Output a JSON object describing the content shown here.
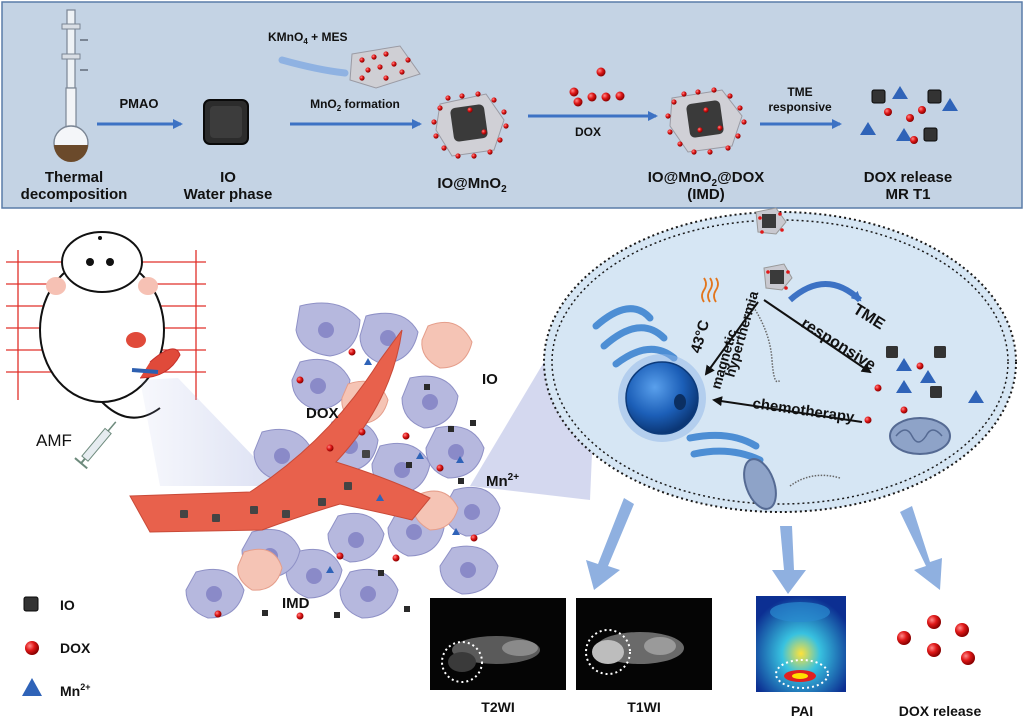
{
  "top_panel": {
    "step1": {
      "line1": "Thermal",
      "line2": "decomposition"
    },
    "arrow1": "PMAO",
    "step2": {
      "line1": "IO",
      "line2": "Water phase"
    },
    "reagent": "KMnO",
    "reagent_sub": "4",
    "reagent_rest": " + MES",
    "arrow2": "MnO",
    "arrow2_sub": "2",
    "arrow2_rest": " formation",
    "step3": {
      "main": "IO@MnO",
      "sub": "2"
    },
    "arrow3": "DOX",
    "step4": {
      "line1_main": "IO@MnO",
      "line1_sub": "2",
      "line1_rest": "@DOX",
      "line2": "(IMD)"
    },
    "arrow4": {
      "line1": "TME",
      "line2": "responsive"
    },
    "step5": {
      "line1": "DOX release",
      "line2": "MR T1"
    }
  },
  "bottom_panel": {
    "amf": "AMF",
    "dox": "DOX",
    "io": "IO",
    "mn": "Mn",
    "mn_sup": "2+",
    "imd": "IMD",
    "cell": {
      "tme_line1": "TME",
      "tme_line2": "responsive",
      "temp": "43°C",
      "hyper_line1": "magnetic",
      "hyper_line2": "hyperthermia",
      "chemo": "chemotherapy"
    }
  },
  "legend": [
    {
      "label": "IO",
      "icon": "black-cube-icon"
    },
    {
      "label": "DOX",
      "icon": "red-sphere-icon"
    },
    {
      "label": "Mn",
      "sup": "2+",
      "icon": "blue-triangle-icon"
    }
  ],
  "imaging": {
    "t2wi": "T2WI",
    "t1wi": "T1WI",
    "pai": "PAI",
    "dox_release": "DOX release"
  },
  "colors": {
    "top_bg": "#c4d3e4",
    "cell_bg": "#d6e6f4",
    "arrow_blue": "#3d72c4",
    "dox_red": "#e01818",
    "mn_blue": "#2f63b8",
    "vessel": "#e8614c",
    "tumor_cell": "#b6b8de"
  }
}
